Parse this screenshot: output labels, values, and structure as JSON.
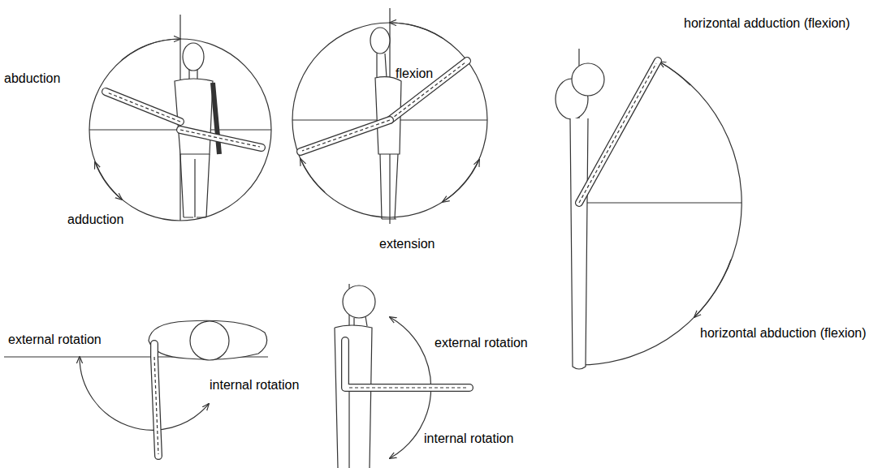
{
  "diagram": {
    "labels": [
      "abduction",
      "flexion",
      "horizontal adduction (flexion)",
      "adduction",
      "extension",
      "horizontal abduction (flexion)",
      "external rotation",
      "internal rotation",
      "external rotation",
      "internal rotation"
    ]
  }
}
